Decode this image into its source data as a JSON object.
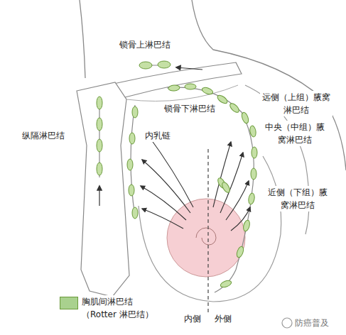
{
  "diagram": {
    "labels": [
      "锁骨上淋巴结",
      "锁骨下淋巴结",
      "远侧（上组）腋窝 淋巴结",
      "中央（中组）腋 窝淋巴结",
      "纵隔淋巴结",
      "内乳链",
      "近侧（下组）腋 窝淋巴结",
      "内侧",
      "外侧",
      "防癌普及"
    ],
    "legend": [
      {
        "text": "胸肌间淋巴结 （Rotter 淋巴结）",
        "color": "#a9d18e"
      }
    ]
  }
}
